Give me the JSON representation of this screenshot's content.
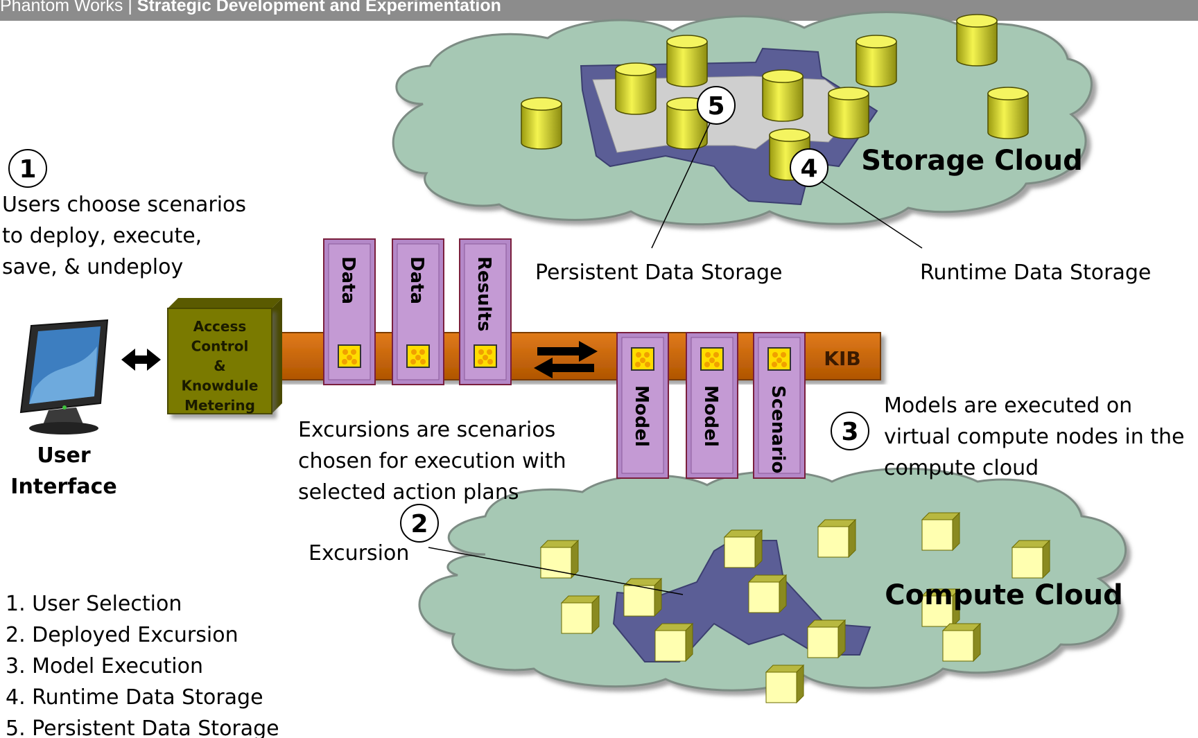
{
  "header": {
    "org": "Phantom Works",
    "separator": " | ",
    "division": "Strategic Development and Experimentation"
  },
  "clouds": {
    "storage": "Storage Cloud",
    "compute": "Compute Cloud"
  },
  "callouts": {
    "1": "1",
    "2": "2",
    "3": "3",
    "4": "4",
    "5": "5"
  },
  "labels": {
    "persistent": "Persistent Data Storage",
    "runtime": "Runtime Data Storage",
    "excursion": "Excursion",
    "user_interface": [
      "User",
      "Interface"
    ],
    "access_control": [
      "Access",
      "Control",
      "&",
      "Knowdule",
      "Metering"
    ],
    "kib": "KIB"
  },
  "texts": {
    "users_choose": [
      "Users choose scenarios",
      "to deploy, execute,",
      "save, & undeploy"
    ],
    "excursions_are": [
      "Excursions are scenarios",
      "chosen for execution with",
      "selected action plans"
    ],
    "models_executed": [
      "Models are executed on",
      "virtual compute nodes in the",
      "compute cloud"
    ]
  },
  "top_boxes": [
    "Data",
    "Data",
    "Results"
  ],
  "bottom_boxes": [
    "Model",
    "Model",
    "Scenario"
  ],
  "legend": [
    "1. User Selection",
    "2. Deployed Excursion",
    "3. Model Execution",
    "4. Runtime Data Storage",
    "5. Persistent Data Storage"
  ],
  "colors": {
    "cloud": "#a6c8b4",
    "cloud_edge": "#7d8c84",
    "region": "#5b5e96",
    "region_inner": "#cfcfcf",
    "cylinder": "#e7e73f",
    "cube": "#ffffb0",
    "bus": "#cc6600",
    "access": "#7a7a00",
    "box": "#b488c8",
    "box_edge": "#7a1f3d",
    "chip": "#ffdd00"
  }
}
